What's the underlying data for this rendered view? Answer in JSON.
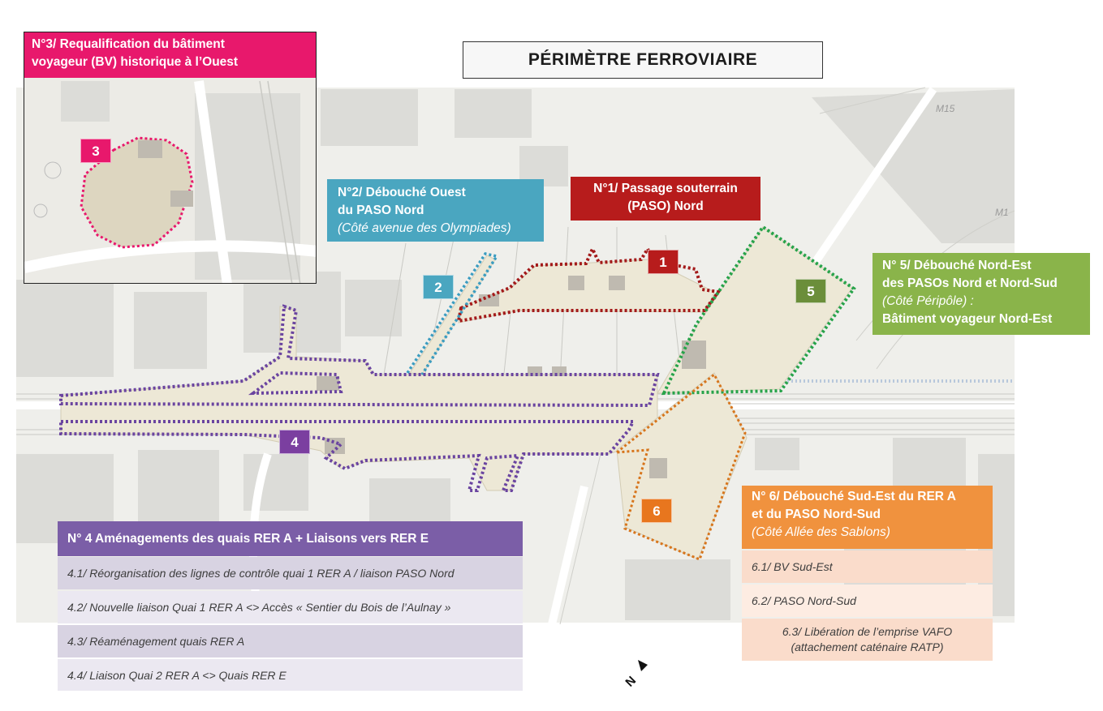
{
  "title": "PÉRIMÈTRE FERROVIAIRE",
  "map_labels": {
    "m15": "M15",
    "m1": "M1"
  },
  "colors": {
    "n1": "#b71c1c",
    "n2": "#4aa6c0",
    "n3": "#e8186c",
    "n4": "#7b5ea7",
    "n5": "#8ab44a",
    "n5_marker": "#6b8e3a",
    "n6": "#f0923e",
    "n6_marker": "#e8761e"
  },
  "zones": {
    "n1": {
      "marker": "1",
      "line1": "N°1/ Passage souterrain",
      "line2": "(PASO) Nord"
    },
    "n2": {
      "marker": "2",
      "line1": "N°2/ Débouché Ouest",
      "line2": "du PASO Nord",
      "line3": "(Côté avenue des Olympiades)"
    },
    "n3": {
      "marker": "3",
      "line1": "N°3/ Requalification du bâtiment",
      "line2": "voyageur (BV)  historique à l’Ouest"
    },
    "n4": {
      "marker": "4",
      "header": "N° 4 Aménagements des quais RER A + Liaisons vers RER E",
      "items": [
        "4.1/ Réorganisation des lignes de contrôle quai 1 RER A / liaison PASO Nord",
        "4.2/ Nouvelle liaison Quai 1 RER A <> Accès « Sentier du Bois de l’Aulnay »",
        "4.3/ Réaménagement quais RER A",
        "4.4/ Liaison Quai 2 RER A <> Quais RER E"
      ]
    },
    "n5": {
      "marker": "5",
      "line1": "N° 5/ Débouché Nord-Est",
      "line2": "des PASOs Nord et Nord-Sud",
      "line3": "(Côté Péripôle) :",
      "line4": "Bâtiment voyageur Nord-Est"
    },
    "n6": {
      "marker": "6",
      "line1": "N° 6/ Débouché Sud-Est du RER A",
      "line2": "et du PASO Nord-Sud",
      "line3": "(Côté Allée des Sablons)",
      "items": [
        "6.1/ BV Sud-Est",
        "6.2/ PASO Nord-Sud",
        "6.3/ Libération de l’emprise VAFO",
        "(attachement caténaire RATP)"
      ]
    }
  },
  "north_label": "N"
}
